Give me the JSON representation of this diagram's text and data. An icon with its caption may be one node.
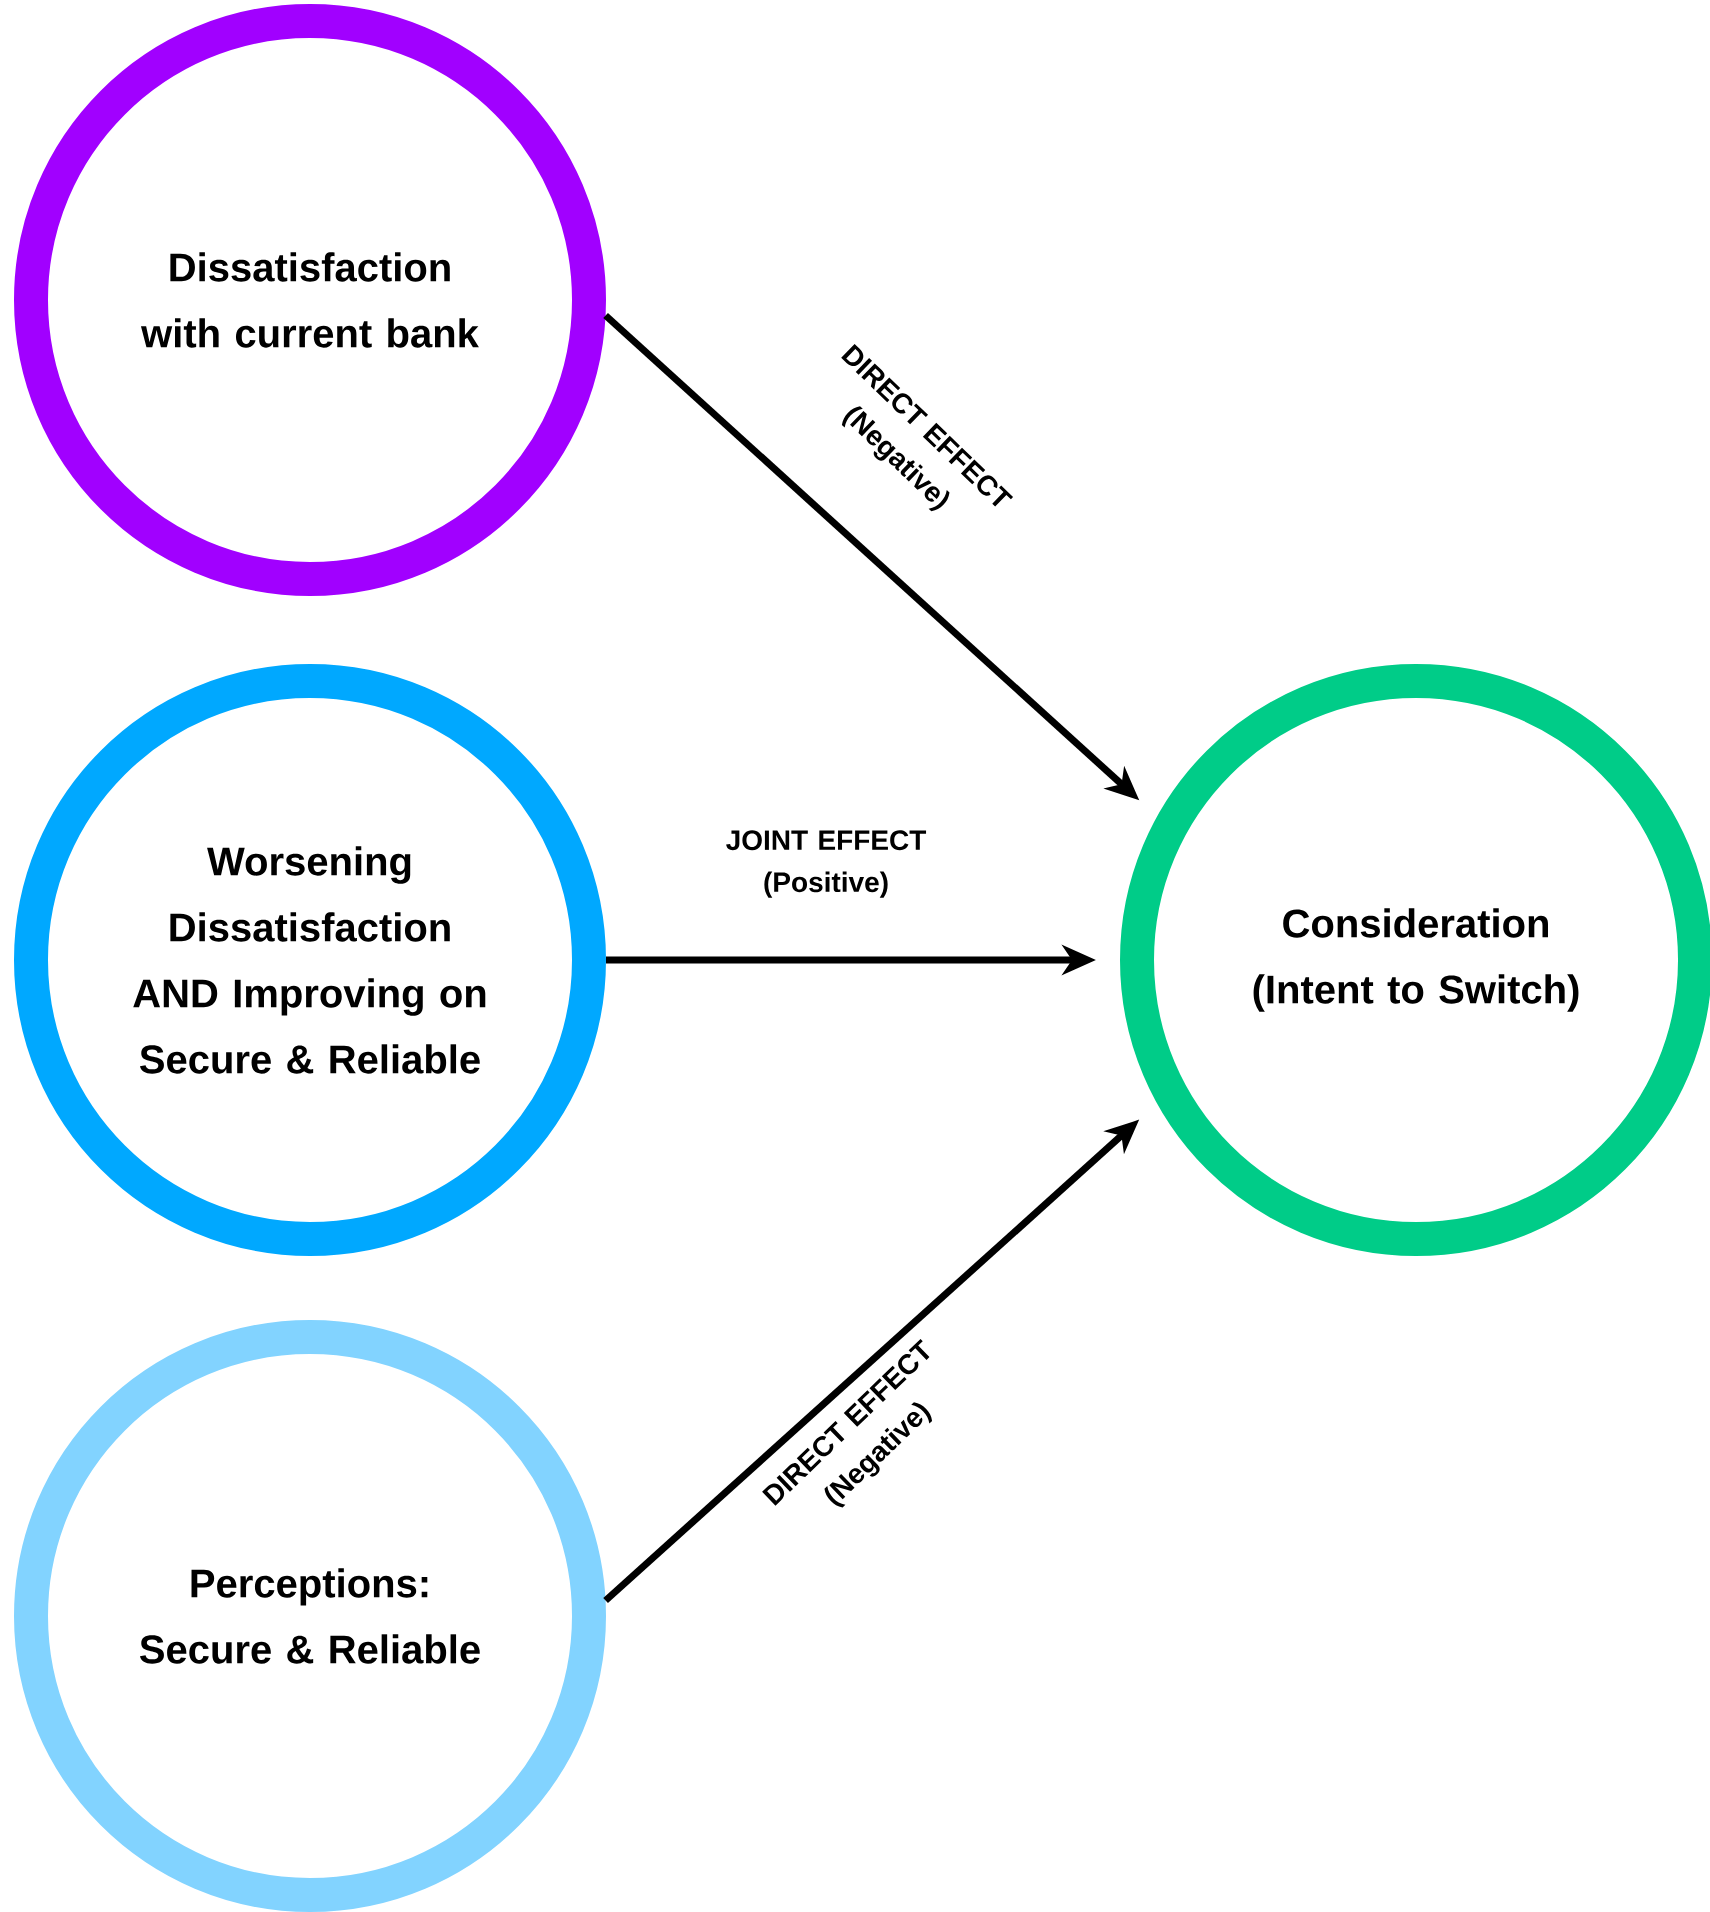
{
  "diagram": {
    "nodes": [
      {
        "text": [
          "Dissatisfaction with current bank"
        ]
      },
      {
        "text": [
          "Worsening Dissatisfaction AND Improving on Secure & Reliable"
        ]
      },
      {
        "text": [
          "Perceptions: Secure & Reliable"
        ]
      },
      {
        "text": [
          "Consideration (Intent to Switch)"
        ]
      }
    ],
    "edges": [
      {
        "from": 0,
        "to": 3,
        "arrow": "to",
        "label": "DIRECT EFFECT (Negative)"
      },
      {
        "from": 1,
        "to": 3,
        "arrow": "to",
        "label": "JOINT EFFECT (Positive)"
      },
      {
        "from": 2,
        "to": 3,
        "arrow": "to",
        "label": "DIRECT EFFECT (Negative)"
      }
    ]
  }
}
